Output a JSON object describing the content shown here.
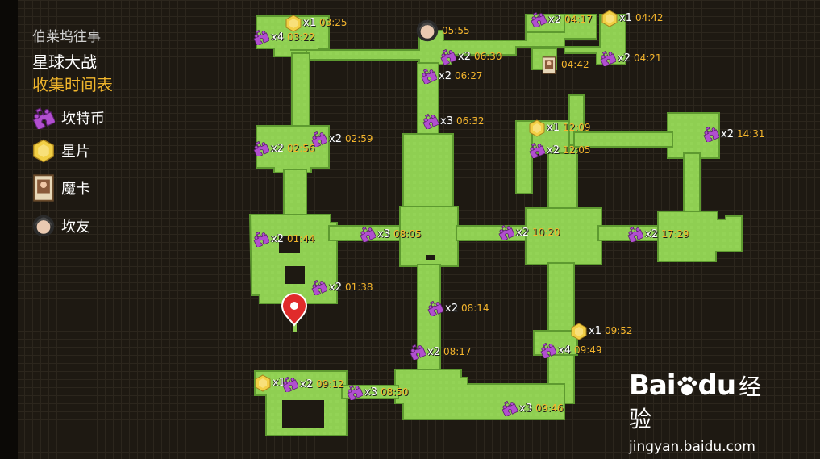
{
  "legend": {
    "subtitle": "伯莱坞往事",
    "title": "星球大战",
    "title2": "收集时间表",
    "items": [
      {
        "icon": "puzzle-coin-icon",
        "label": "坎特币"
      },
      {
        "icon": "star-shard-icon",
        "label": "星片"
      },
      {
        "icon": "magic-card-icon",
        "label": "魔卡"
      },
      {
        "icon": "friend-avatar-icon",
        "label": "坎友"
      }
    ]
  },
  "colors": {
    "path": "#8fcf52",
    "path_edge": "#6fb03c",
    "puzzle": "#b14fcf",
    "shard": "#f2cf45",
    "time": "#f5b52c",
    "pin": "#e02b2b"
  },
  "markers": [
    {
      "type": "shard",
      "count": "x1",
      "time": "03:25"
    },
    {
      "type": "puzzle",
      "count": "x4",
      "time": "03:22"
    },
    {
      "type": "friend",
      "count": "",
      "time": "05:55"
    },
    {
      "type": "puzzle",
      "count": "x2",
      "time": "04:17"
    },
    {
      "type": "shard",
      "count": "x1",
      "time": "04:42"
    },
    {
      "type": "puzzle",
      "count": "x2",
      "time": "06:30"
    },
    {
      "type": "puzzle",
      "count": "x2",
      "time": "06:27"
    },
    {
      "type": "card",
      "count": "",
      "time": "04:42"
    },
    {
      "type": "puzzle",
      "count": "x2",
      "time": "04:21"
    },
    {
      "type": "puzzle",
      "count": "x3",
      "time": "06:32"
    },
    {
      "type": "shard",
      "count": "x1",
      "time": "12:09"
    },
    {
      "type": "puzzle",
      "count": "x2",
      "time": "12:05"
    },
    {
      "type": "puzzle",
      "count": "x2",
      "time": "14:31"
    },
    {
      "type": "puzzle",
      "count": "x2",
      "time": "02:59"
    },
    {
      "type": "puzzle",
      "count": "x2",
      "time": "02:56"
    },
    {
      "type": "puzzle",
      "count": "x3",
      "time": "08:05"
    },
    {
      "type": "puzzle",
      "count": "x2",
      "time": "10:20"
    },
    {
      "type": "puzzle",
      "count": "x2",
      "time": "17:29"
    },
    {
      "type": "puzzle",
      "count": "x2",
      "time": "01:44"
    },
    {
      "type": "puzzle",
      "count": "x2",
      "time": "01:38"
    },
    {
      "type": "puzzle",
      "count": "x2",
      "time": "08:14"
    },
    {
      "type": "shard",
      "count": "x1",
      "time": "09:52"
    },
    {
      "type": "puzzle",
      "count": "x4",
      "time": "09:49"
    },
    {
      "type": "puzzle",
      "count": "x2",
      "time": "08:17"
    },
    {
      "type": "shard",
      "count": "x1",
      "time": ""
    },
    {
      "type": "puzzle",
      "count": "x2",
      "time": "09:12"
    },
    {
      "type": "puzzle",
      "count": "x3",
      "time": "08:50"
    },
    {
      "type": "puzzle",
      "count": "x3",
      "time": "09:46"
    }
  ],
  "watermark": {
    "brand": "Bai",
    "brand2": "du",
    "product": "经验",
    "url": "jingyan.baidu.com"
  }
}
